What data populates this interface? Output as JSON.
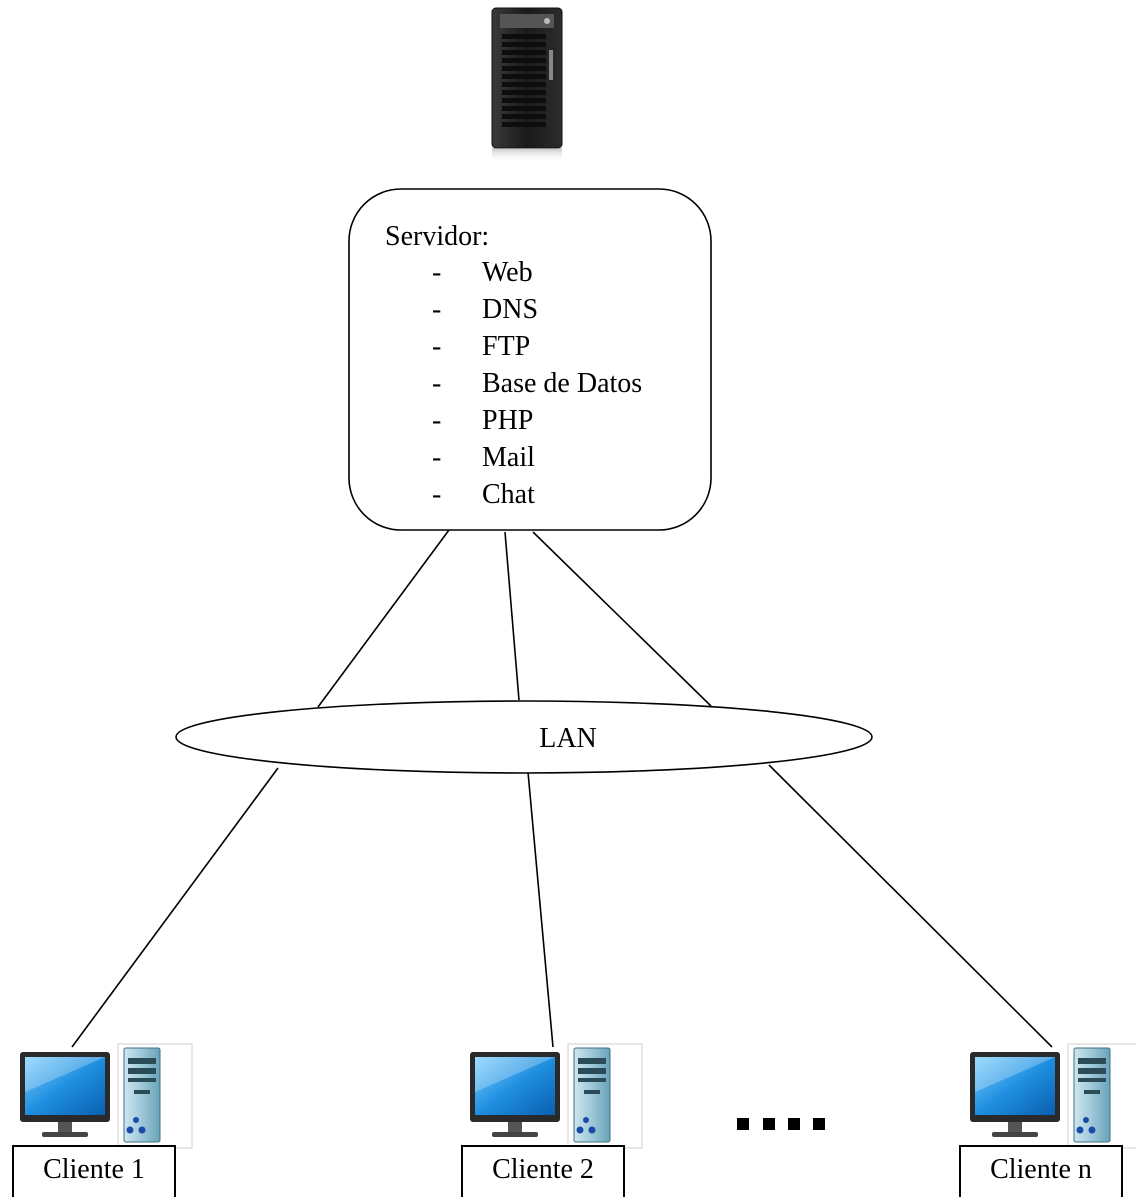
{
  "server": {
    "title": "Servidor:",
    "bullet": "-",
    "services": [
      "Web",
      "DNS",
      "FTP",
      "Base de Datos",
      "PHP",
      "Mail",
      "Chat"
    ]
  },
  "network": {
    "label": "LAN"
  },
  "clients": [
    {
      "label": "Cliente 1"
    },
    {
      "label": "Cliente 2"
    },
    {
      "label": "Cliente n"
    }
  ],
  "icons": {
    "server": "server-tower-icon",
    "client_monitor": "monitor-icon",
    "client_tower": "pc-tower-icon",
    "ellipsis": "ellipsis-icon"
  }
}
